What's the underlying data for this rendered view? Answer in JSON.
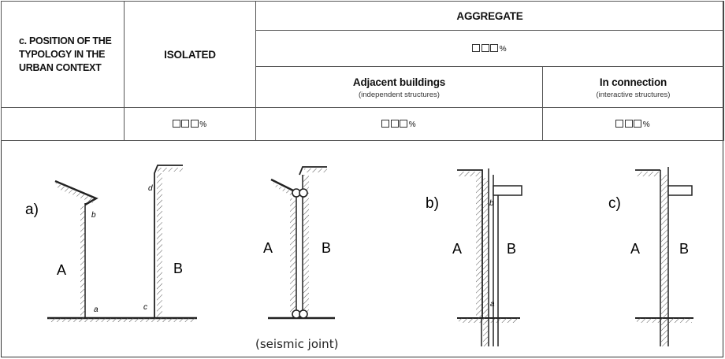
{
  "table": {
    "row_label": "c. POSITION OF THE TYPOLOGY IN THE URBAN CONTEXT",
    "isolated": "ISOLATED",
    "aggregate": "AGGREGATE",
    "adjacent": "Adjacent buildings",
    "adjacent_sub": "(independent structures)",
    "connection": "In connection",
    "connection_sub": "(interactive structures)",
    "percent_sign": "%"
  },
  "diagrams": {
    "fig_a": {
      "label": "a)",
      "building_left": "A",
      "building_right": "B",
      "points": [
        "a",
        "b",
        "c",
        "d"
      ]
    },
    "fig_joint": {
      "building_left": "A",
      "building_right": "B",
      "caption": "(seismic joint)"
    },
    "fig_b": {
      "label": "b)",
      "building_left": "A",
      "building_right": "B",
      "points": [
        "b",
        "a"
      ]
    },
    "fig_c": {
      "label": "c)",
      "building_left": "A",
      "building_right": "B"
    }
  }
}
